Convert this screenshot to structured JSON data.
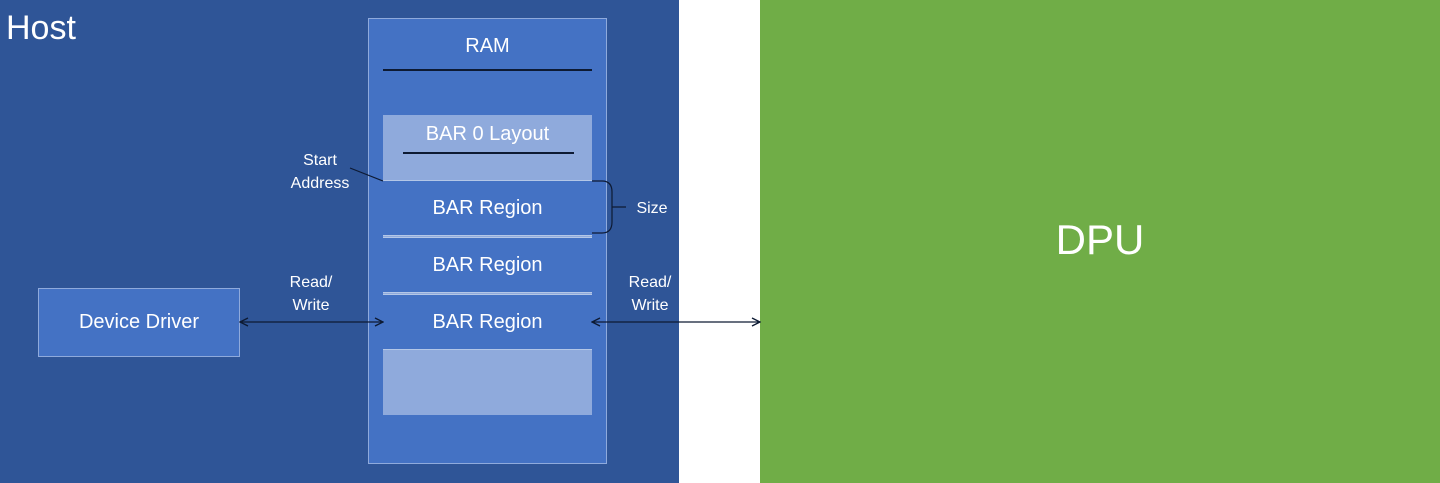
{
  "host": {
    "title": "Host"
  },
  "ram": {
    "title": "RAM",
    "layout_title": "BAR 0 Layout",
    "regions": [
      "BAR Region",
      "BAR Region",
      "BAR Region"
    ]
  },
  "device_driver": {
    "label": "Device Driver"
  },
  "annotations": {
    "start_address_line1": "Start",
    "start_address_line2": "Address",
    "size": "Size",
    "read_write_left_line1": "Read/",
    "read_write_left_line2": "Write",
    "read_write_right_line1": "Read/",
    "read_write_right_line2": "Write"
  },
  "dpu": {
    "title": "DPU"
  },
  "colors": {
    "host_bg": "#2f5597",
    "ram_bg": "#4472c4",
    "layout_bg": "#8faadc",
    "dpu_bg": "#70ad47",
    "arrow": "#0d1a33"
  }
}
